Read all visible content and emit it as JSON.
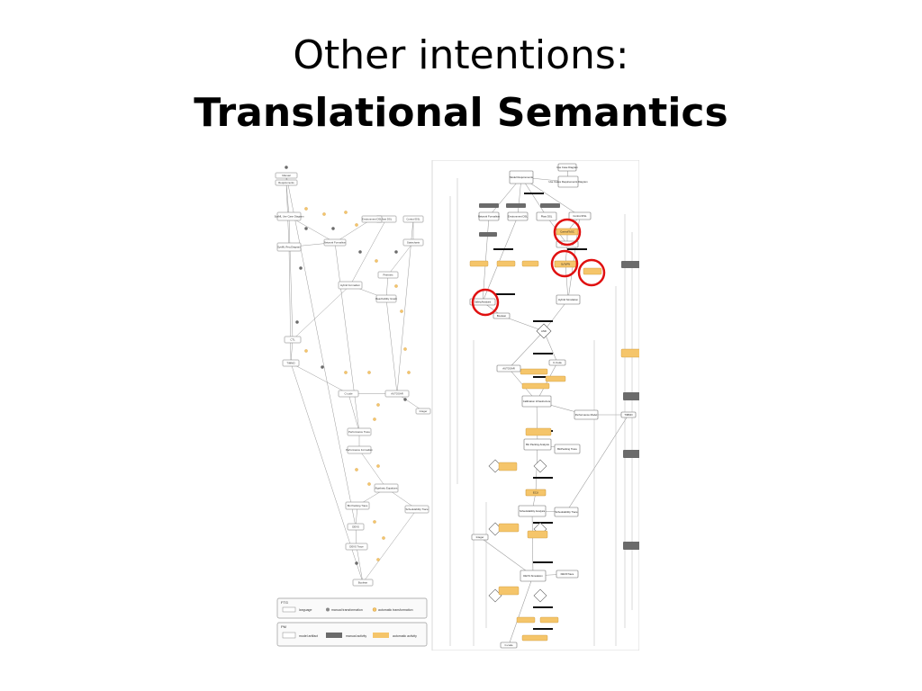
{
  "slide": {
    "title_line1": "Other intentions:",
    "title_line2": "Translational Semantics"
  },
  "colors": {
    "automatic": "#f5c56a",
    "manual": "#6b6b6b",
    "artifact": "#ffffff",
    "highlight": "#e01010",
    "edge": "#9a9a9a"
  },
  "left_panel": {
    "nodes": [
      {
        "label": "Manual",
        "kind": "box"
      },
      {
        "label": "Requirements",
        "kind": "box"
      },
      {
        "label": "SysML Use Case Diagram",
        "kind": "box"
      },
      {
        "label": "SysML Req Diagram",
        "kind": "box"
      },
      {
        "label": "Plant DSL",
        "kind": "box"
      },
      {
        "label": "Control DSL",
        "kind": "box"
      },
      {
        "label": "Network Formalism",
        "kind": "box"
      },
      {
        "label": "Environment DSL",
        "kind": "box"
      },
      {
        "label": "Hybrid Formalism",
        "kind": "box"
      },
      {
        "label": "Statecharts",
        "kind": "box"
      },
      {
        "label": "Petrinets",
        "kind": "box"
      },
      {
        "label": "Reachability Graph",
        "kind": "box"
      },
      {
        "label": "CTL",
        "kind": "box"
      },
      {
        "label": "TIMMO",
        "kind": "box"
      },
      {
        "label": "C-code",
        "kind": "box"
      },
      {
        "label": "AUTOSAR",
        "kind": "box"
      },
      {
        "label": "Performance Trace",
        "kind": "box"
      },
      {
        "label": "Performance Formalism",
        "kind": "box"
      },
      {
        "label": "Algebraic Equations",
        "kind": "box"
      },
      {
        "label": "Bin Packing Trace",
        "kind": "box"
      },
      {
        "label": "Schedulability Trace",
        "kind": "box"
      },
      {
        "label": "DEVS",
        "kind": "box"
      },
      {
        "label": "DEVS Trace",
        "kind": "box"
      },
      {
        "label": "Boolean",
        "kind": "box"
      },
      {
        "label": "Integer",
        "kind": "box"
      }
    ],
    "legend": {
      "title": "FTG",
      "items": [
        "language",
        "manual transformation",
        "automatic transformation"
      ]
    },
    "legend2": {
      "title": "PM",
      "items": [
        "model artifact",
        "manual activity",
        "automatic activity"
      ]
    }
  },
  "right_panel": {
    "nodes": [
      {
        "label": "Use Case Diagram",
        "kind": "artifact"
      },
      {
        "label": "Use Cases Requirements Diagram",
        "kind": "artifact"
      },
      {
        "label": "Model Requirements",
        "kind": "artifact"
      },
      {
        "label": "Network Formalism",
        "kind": "artifact"
      },
      {
        "label": "Environment DSL",
        "kind": "artifact"
      },
      {
        "label": "Plant DSL",
        "kind": "artifact"
      },
      {
        "label": "Control DSL",
        "kind": "artifact"
      },
      {
        "label": "ControlToSC",
        "kind": "auto"
      },
      {
        "label": "Statecharts",
        "kind": "artifact"
      },
      {
        "label": "ScToPN",
        "kind": "auto"
      },
      {
        "label": "SafetyAnalysis",
        "kind": "artifact"
      },
      {
        "label": "Boolean",
        "kind": "artifact"
      },
      {
        "label": "Hybrid Simulation",
        "kind": "artifact"
      },
      {
        "label": "AND",
        "kind": "decision"
      },
      {
        "label": "AUTOSAR",
        "kind": "artifact"
      },
      {
        "label": "C-Code",
        "kind": "artifact"
      },
      {
        "label": "Calibration Infrastructure",
        "kind": "artifact"
      },
      {
        "label": "Performance Model",
        "kind": "artifact"
      },
      {
        "label": "Bin Packing Analysis",
        "kind": "artifact"
      },
      {
        "label": "BinPacking Trace",
        "kind": "artifact"
      },
      {
        "label": "ECU",
        "kind": "auto"
      },
      {
        "label": "Schedulability Analysis",
        "kind": "artifact"
      },
      {
        "label": "Schedulability Trace",
        "kind": "artifact"
      },
      {
        "label": "DEVS Simulation",
        "kind": "artifact"
      },
      {
        "label": "DEVSTrace",
        "kind": "artifact"
      },
      {
        "label": "Integer",
        "kind": "artifact"
      },
      {
        "label": "TIMMO",
        "kind": "artifact"
      },
      {
        "label": "C-code",
        "kind": "artifact"
      }
    ]
  }
}
